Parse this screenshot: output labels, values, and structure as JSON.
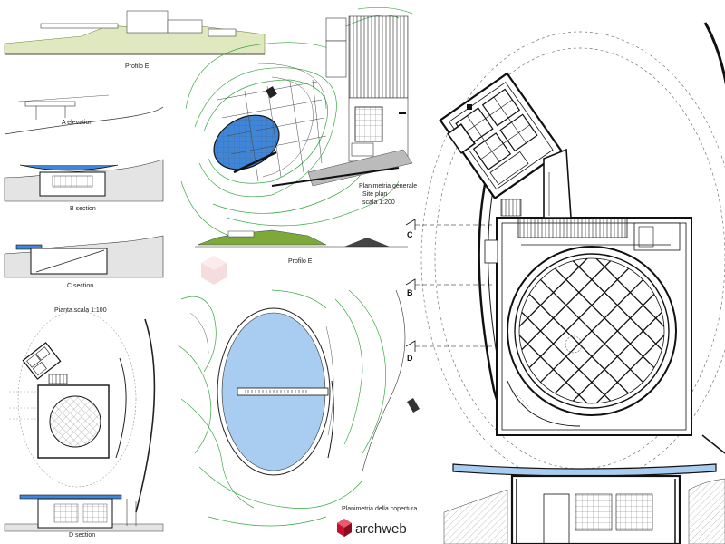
{
  "labels": {
    "profilo_e_top": "Profilo E",
    "a_elevation": "A elevation",
    "b_section": "B section",
    "c_section": "C section",
    "pianta": "Pianta  scala 1:100",
    "d_section": "D section",
    "planimetria_generale": "Planimetria generale",
    "site_plan": "Site plan",
    "scala_200": "scala 1:200",
    "profilo_e_mid": "Profilo E",
    "planimetria_copertura": "Planimetria della copertura",
    "cut_c": "C",
    "cut_b": "B",
    "cut_d": "D"
  },
  "brand": {
    "logo_text": "archweb"
  },
  "colors": {
    "water_blue": "#3f86d8",
    "pale_blue": "#a8cdf0",
    "terrain_green": "#dfe8be",
    "contour_green": "#3aa845",
    "ink": "#111111",
    "logo_red": "#c8102e"
  }
}
